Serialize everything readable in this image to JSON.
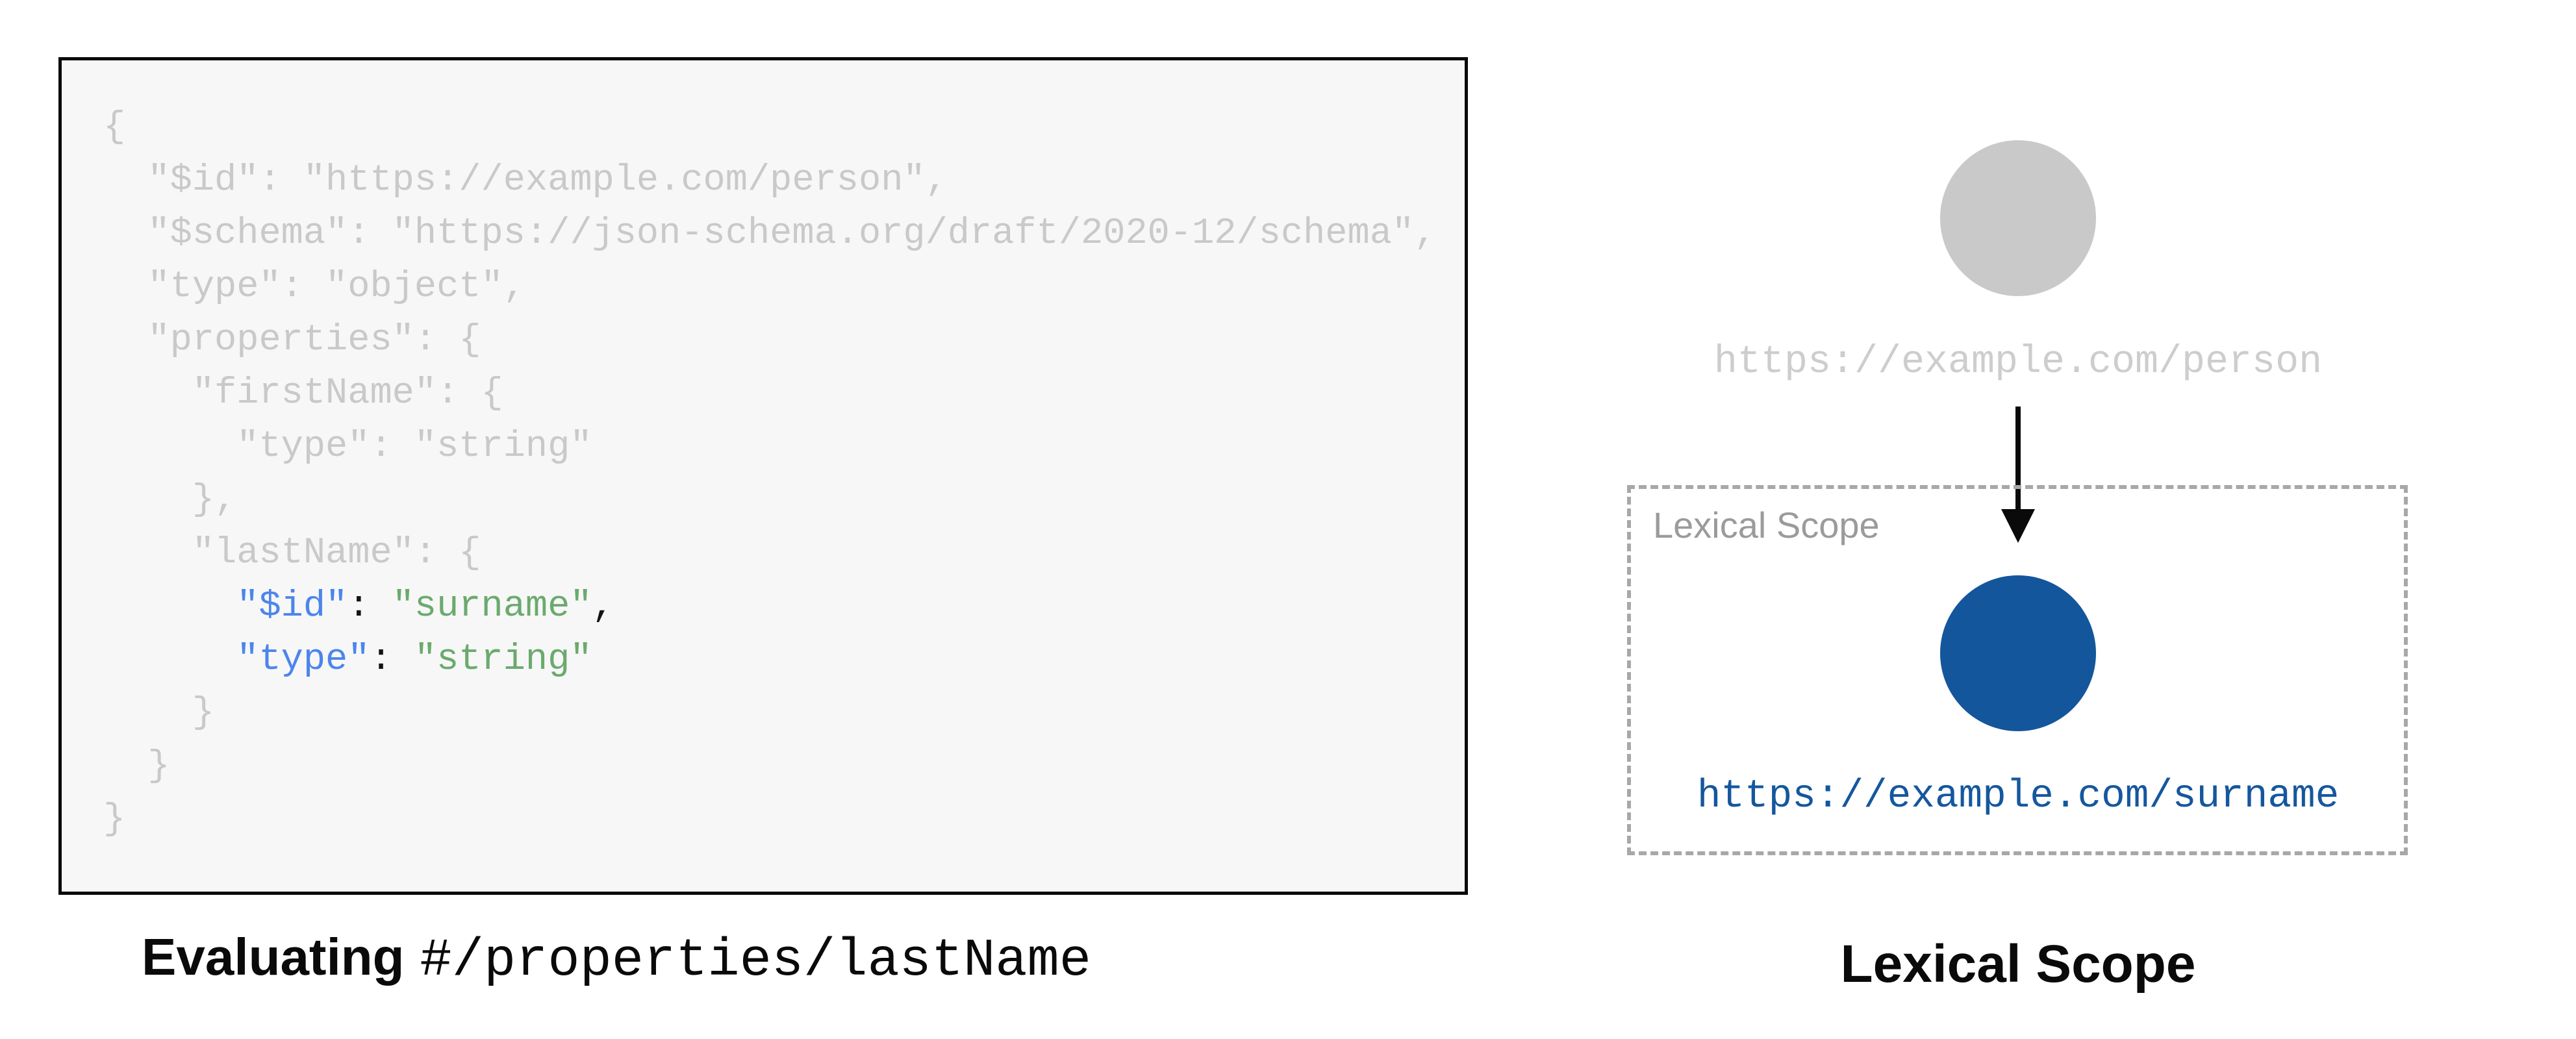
{
  "colors": {
    "page_bg": "#FFFFFF",
    "code_bg": "#F7F7F7",
    "code_border": "#0A0A0A",
    "muted": "#C9C9C9",
    "key": "#4C85EC",
    "str": "#6BAA6E",
    "punct": "#141414",
    "parent_circle": "#C9C9C9",
    "parent_uri": "#CDCDCD",
    "scope_border": "#A8A8A8",
    "scope_label": "#9B9B9B",
    "child_circle": "#14569B",
    "child_uri": "#15579E",
    "arrow": "#0A0A0A",
    "caption": "#0A0A0A"
  },
  "code": {
    "lines": [
      [
        [
          "{",
          "muted"
        ]
      ],
      [
        [
          "  \"$id\": \"https://example.com/person\",",
          "muted"
        ]
      ],
      [
        [
          "  \"$schema\": \"https://json-schema.org/draft/2020-12/schema\",",
          "muted"
        ]
      ],
      [
        [
          "  \"type\": \"object\",",
          "muted"
        ]
      ],
      [
        [
          "  \"properties\": {",
          "muted"
        ]
      ],
      [
        [
          "    \"firstName\": {",
          "muted"
        ]
      ],
      [
        [
          "      \"type\": \"string\"",
          "muted"
        ]
      ],
      [
        [
          "    },",
          "muted"
        ]
      ],
      [
        [
          "    \"lastName\": {",
          "muted"
        ]
      ],
      [
        [
          "      ",
          "punct"
        ],
        [
          "\"$id\"",
          "key"
        ],
        [
          ": ",
          "punct"
        ],
        [
          "\"surname\"",
          "str"
        ],
        [
          ",",
          "punct"
        ]
      ],
      [
        [
          "      ",
          "punct"
        ],
        [
          "\"type\"",
          "key"
        ],
        [
          ": ",
          "punct"
        ],
        [
          "\"string\"",
          "str"
        ]
      ],
      [
        [
          "    }",
          "muted"
        ]
      ],
      [
        [
          "  }",
          "muted"
        ]
      ],
      [
        [
          "}",
          "muted"
        ]
      ]
    ]
  },
  "left_panel": {
    "caption_bold": "Evaluating",
    "caption_pointer": "#/properties/lastName"
  },
  "right_panel": {
    "parent_uri": "https://example.com/person",
    "scope_label": "Lexical Scope",
    "child_uri": "https://example.com/surname",
    "caption": "Lexical Scope"
  }
}
